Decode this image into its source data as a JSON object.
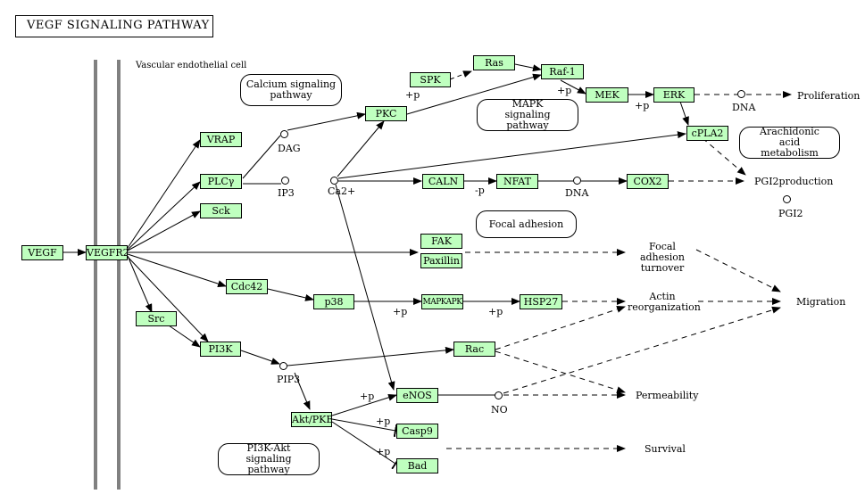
{
  "title": "VEGF SIGNALING PATHWAY",
  "cell_label": "Vascular endothelial cell",
  "genes": {
    "vegf": "VEGF",
    "vegfr2": "VEGFR2",
    "vrap": "VRAP",
    "plcy": "PLCγ",
    "sck": "Sck",
    "pkc": "PKC",
    "spk": "SPK",
    "ras": "Ras",
    "raf1": "Raf-1",
    "mek": "MEK",
    "erk": "ERK",
    "cpla2": "cPLA2",
    "caln": "CALN",
    "nfat": "NFAT",
    "cox2": "COX2",
    "fak": "FAK",
    "paxillin": "Paxillin",
    "cdc42": "Cdc42",
    "p38": "p38",
    "mapkapk": "MAPKAPK",
    "hsp27": "HSP27",
    "src": "Src",
    "pi3k": "PI3K",
    "rac": "Rac",
    "enos": "eNOS",
    "aktpkb": "Akt/PKB",
    "casp9": "Casp9",
    "bad": "Bad"
  },
  "pathways": {
    "calcium": "Calcium signaling pathway",
    "mapk": "MAPK signaling pathway",
    "arachidonic": "Arachidonic acid metabolism",
    "focal": "Focal adhesion",
    "pi3k_akt": "PI3K-Akt signaling pathway"
  },
  "compounds": {
    "dag": "DAG",
    "ip3": "IP3",
    "ca": "Ca2+",
    "dna1": "DNA",
    "dna2": "DNA",
    "pgi2": "PGI2",
    "pip3": "PIP3",
    "no": "NO"
  },
  "outcomes": {
    "proliferation": "Proliferation",
    "pgi2_production": "PGI2production",
    "focal_turnover": "Focal adhesion turnover",
    "migration": "Migration",
    "actin": "Actin reorganization",
    "permeability": "Permeability",
    "survival": "Survival"
  },
  "modifiers": {
    "p_spk": "+p",
    "p_mek": "+p",
    "p_erk": "+p",
    "m_nfat": "-p",
    "p_mapkapk": "+p",
    "p_hsp27": "+p",
    "p_enos": "+p",
    "p_casp9": "+p",
    "p_bad": "+p"
  },
  "colors": {
    "gene_fill": "#bfffbf",
    "membrane": "#808080",
    "line": "#000000"
  }
}
